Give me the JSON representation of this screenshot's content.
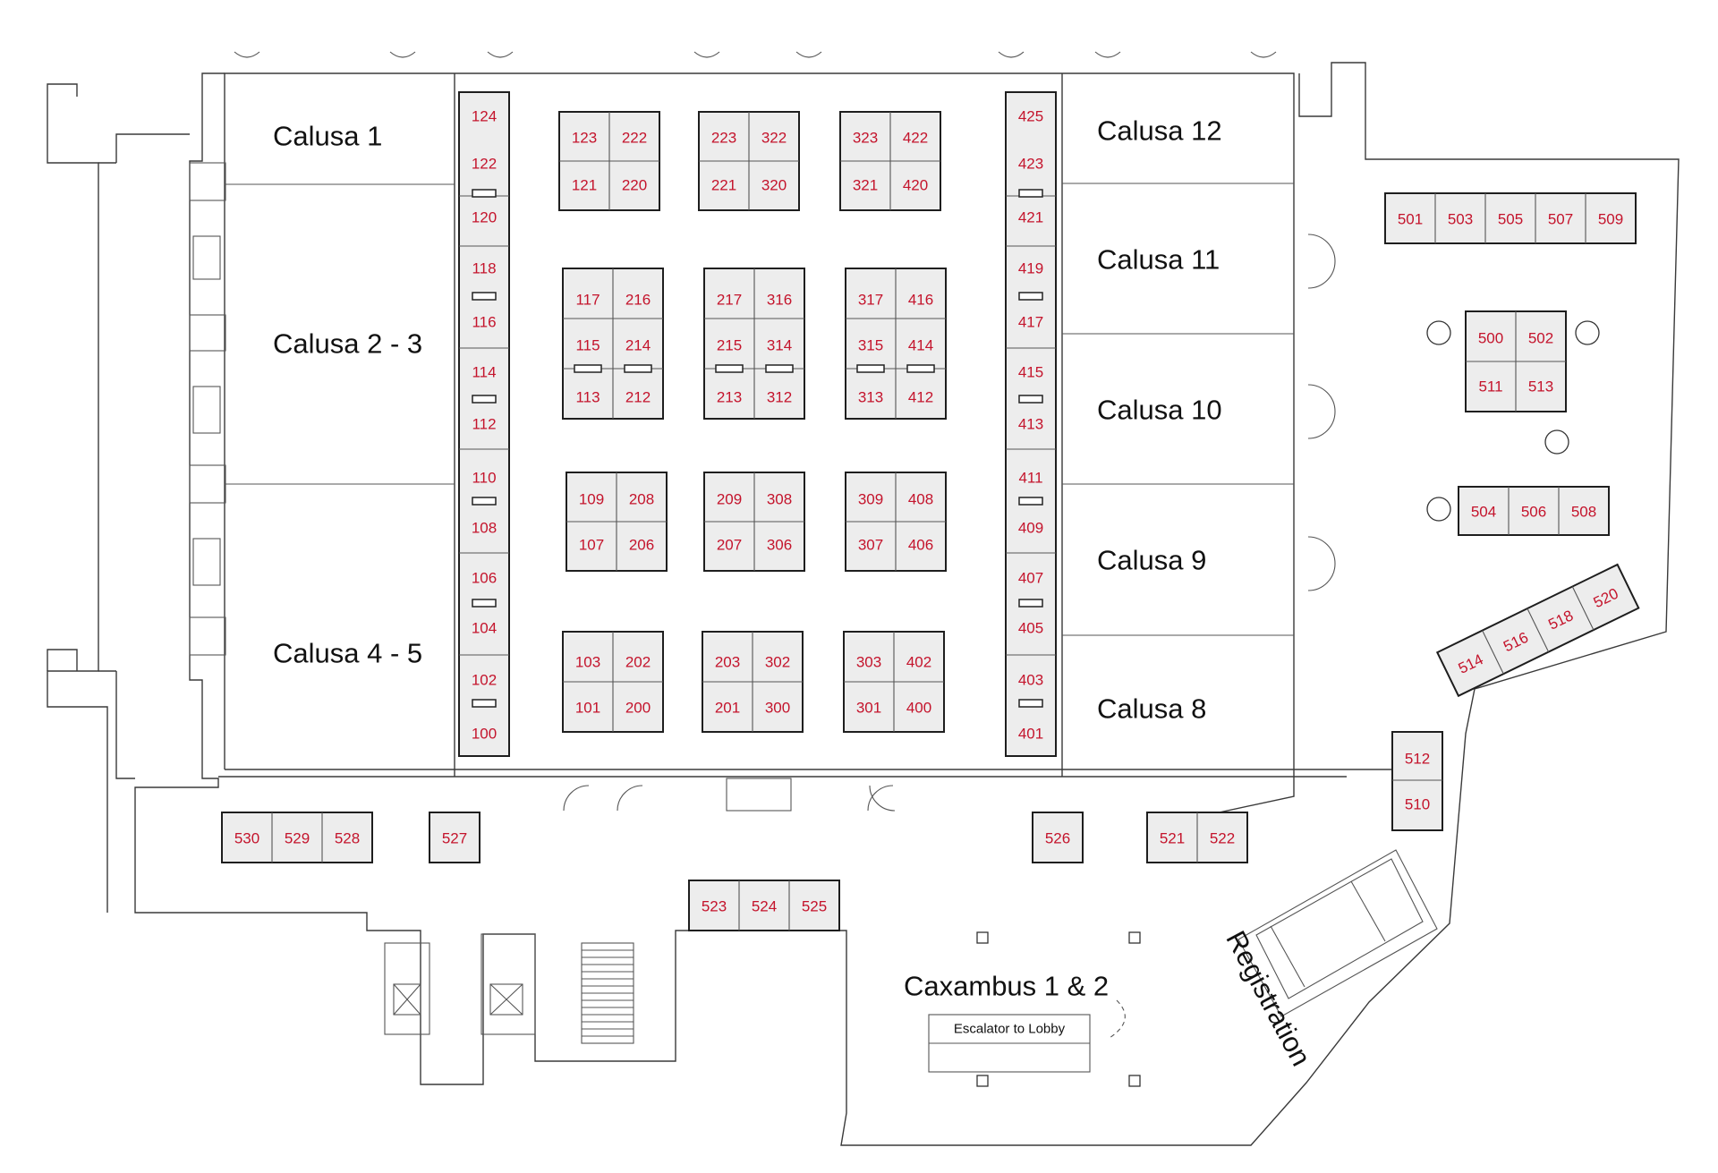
{
  "rooms": {
    "calusa_1": "Calusa 1",
    "calusa_2_3": "Calusa 2 - 3",
    "calusa_4_5": "Calusa 4 - 5",
    "calusa_12": "Calusa 12",
    "calusa_11": "Calusa 11",
    "calusa_10": "Calusa 10",
    "calusa_9": "Calusa 9",
    "calusa_8": "Calusa 8",
    "caxambus": "Caxambus 1 & 2",
    "registration": "Registration",
    "escalator": "Escalator to Lobby"
  },
  "booths": [
    "124",
    "122",
    "120",
    "118",
    "116",
    "114",
    "112",
    "110",
    "108",
    "106",
    "104",
    "102",
    "100",
    "123",
    "222",
    "121",
    "220",
    "223",
    "322",
    "221",
    "320",
    "323",
    "422",
    "321",
    "420",
    "117",
    "216",
    "115",
    "214",
    "113",
    "212",
    "217",
    "316",
    "215",
    "314",
    "213",
    "312",
    "317",
    "416",
    "315",
    "414",
    "313",
    "412",
    "109",
    "208",
    "107",
    "206",
    "209",
    "308",
    "207",
    "306",
    "309",
    "408",
    "307",
    "406",
    "103",
    "202",
    "101",
    "200",
    "203",
    "302",
    "201",
    "300",
    "303",
    "402",
    "301",
    "400",
    "425",
    "423",
    "421",
    "419",
    "417",
    "415",
    "413",
    "411",
    "409",
    "407",
    "405",
    "403",
    "401",
    "501",
    "503",
    "505",
    "507",
    "509",
    "500",
    "502",
    "511",
    "513",
    "504",
    "506",
    "508",
    "514",
    "516",
    "518",
    "520",
    "512",
    "510",
    "530",
    "529",
    "528",
    "527",
    "526",
    "521",
    "522",
    "523",
    "524",
    "525"
  ],
  "colors": {
    "booth_number": "#c4142c",
    "booth_fill": "#ededed",
    "wall": "#3a3a3a"
  }
}
